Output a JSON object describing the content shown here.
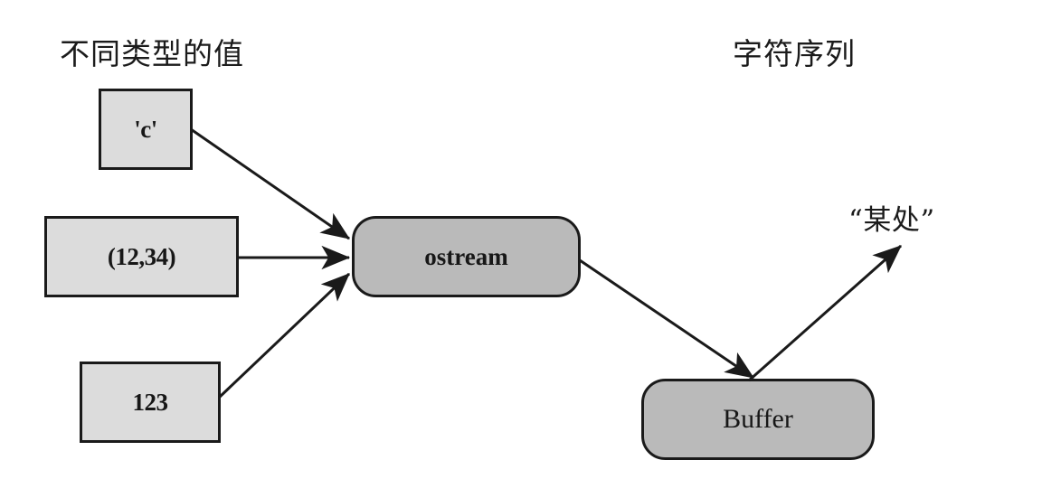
{
  "diagram": {
    "title_left": "不同类型的值",
    "title_right": "字符序列",
    "destination_label": "“某处”",
    "colors": {
      "value_box_fill": "#dcdcdc",
      "stream_box_fill": "#bababa",
      "stroke": "#1a1a1a",
      "text": "#171717",
      "background": "#ffffff"
    },
    "value_nodes": [
      {
        "label": "'c'",
        "shape": "rectangle"
      },
      {
        "label": "(12,34)",
        "shape": "rectangle"
      },
      {
        "label": "123",
        "shape": "rectangle"
      }
    ],
    "process_nodes": [
      {
        "label": "ostream",
        "shape": "rounded-rectangle"
      },
      {
        "label": "Buffer",
        "shape": "rounded-rectangle"
      }
    ],
    "edges": [
      {
        "from": "'c'",
        "to": "ostream"
      },
      {
        "from": "(12,34)",
        "to": "ostream"
      },
      {
        "from": "123",
        "to": "ostream"
      },
      {
        "from": "ostream",
        "to": "Buffer"
      },
      {
        "from": "Buffer",
        "to": "“某处”"
      }
    ]
  }
}
